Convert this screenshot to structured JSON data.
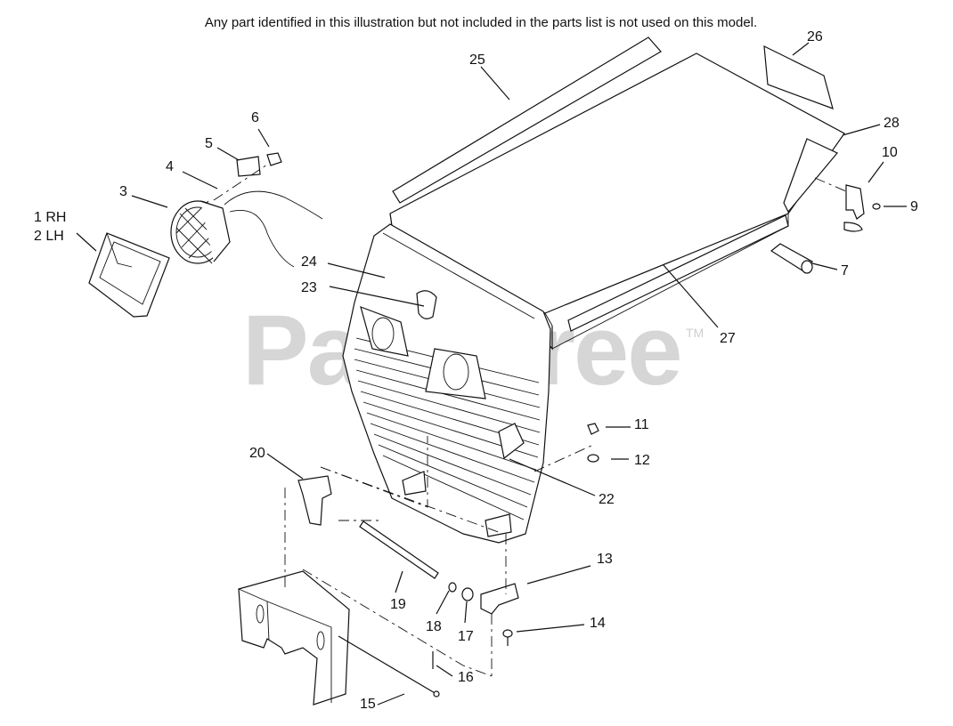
{
  "notice": "Any part identified in this illustration but not included in the parts list is not used on this model.",
  "watermark": "PartsTree",
  "trademark": "TM",
  "callouts": [
    {
      "id": "c-1rh",
      "text": "1 RH"
    },
    {
      "id": "c-2lh",
      "text": "2 LH"
    },
    {
      "id": "c-3",
      "text": "3"
    },
    {
      "id": "c-4",
      "text": "4"
    },
    {
      "id": "c-5",
      "text": "5"
    },
    {
      "id": "c-6",
      "text": "6"
    },
    {
      "id": "c-7",
      "text": "7"
    },
    {
      "id": "c-9",
      "text": "9"
    },
    {
      "id": "c-10",
      "text": "10"
    },
    {
      "id": "c-11",
      "text": "11"
    },
    {
      "id": "c-12",
      "text": "12"
    },
    {
      "id": "c-13",
      "text": "13"
    },
    {
      "id": "c-14",
      "text": "14"
    },
    {
      "id": "c-15",
      "text": "15"
    },
    {
      "id": "c-16",
      "text": "16"
    },
    {
      "id": "c-17",
      "text": "17"
    },
    {
      "id": "c-18",
      "text": "18"
    },
    {
      "id": "c-19",
      "text": "19"
    },
    {
      "id": "c-20",
      "text": "20"
    },
    {
      "id": "c-22",
      "text": "22"
    },
    {
      "id": "c-23",
      "text": "23"
    },
    {
      "id": "c-24",
      "text": "24"
    },
    {
      "id": "c-25",
      "text": "25"
    },
    {
      "id": "c-26",
      "text": "26"
    },
    {
      "id": "c-27",
      "text": "27"
    },
    {
      "id": "c-28",
      "text": "28"
    }
  ]
}
